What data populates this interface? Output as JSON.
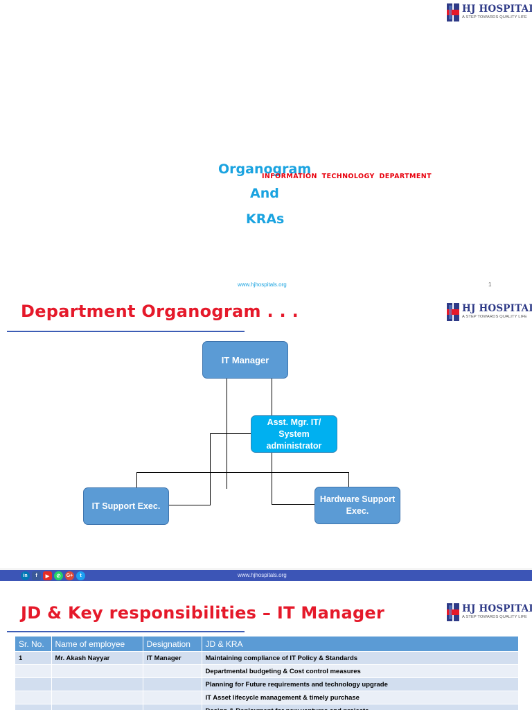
{
  "logo": {
    "brand": "HJ HOSPITALS",
    "tagline": "A STEP TOWARDS QUALITY LIFE",
    "colors": {
      "primary": "#2e3a87",
      "accent": "#e5192a"
    }
  },
  "slide1": {
    "title_lines": [
      "Organogram",
      "And",
      "KRAs"
    ],
    "subtitle": "INFORMATION  TECHNOLOGY  DEPARTMENT",
    "footer_url": "www.hjhospitals.org",
    "page_number": "1"
  },
  "slide2": {
    "heading": "Department Organogram . . .",
    "nodes": {
      "it_manager": "IT  Manager",
      "asst_mgr": "Asst. Mgr. IT/ System administrator",
      "it_support": "IT Support Exec.",
      "hw_support": "Hardware Support Exec."
    }
  },
  "footer_bar": {
    "url": "www.hjhospitals.org",
    "social_icons": [
      "linkedin-icon",
      "facebook-icon",
      "youtube-icon",
      "whatsapp-icon",
      "google-plus-icon",
      "twitter-icon"
    ]
  },
  "slide3": {
    "heading": "JD & Key responsibilities – IT Manager",
    "table": {
      "headers": [
        "Sr. No.",
        "Name of  employee",
        "Designation",
        "JD & KRA"
      ],
      "rows": [
        [
          "1",
          "Mr. Akash Nayyar",
          "IT Manager",
          "Maintaining compliance  of  IT Policy & Standards"
        ],
        [
          "",
          "",
          "",
          "Departmental budgeting & Cost control measures"
        ],
        [
          "",
          "",
          "",
          "Planning for Future requirements  and  technology upgrade"
        ],
        [
          "",
          "",
          "",
          "IT Asset lifecycle management & timely purchase"
        ],
        [
          "",
          "",
          "",
          "Design & Deployment  for new  ventures  and projects"
        ]
      ]
    }
  }
}
